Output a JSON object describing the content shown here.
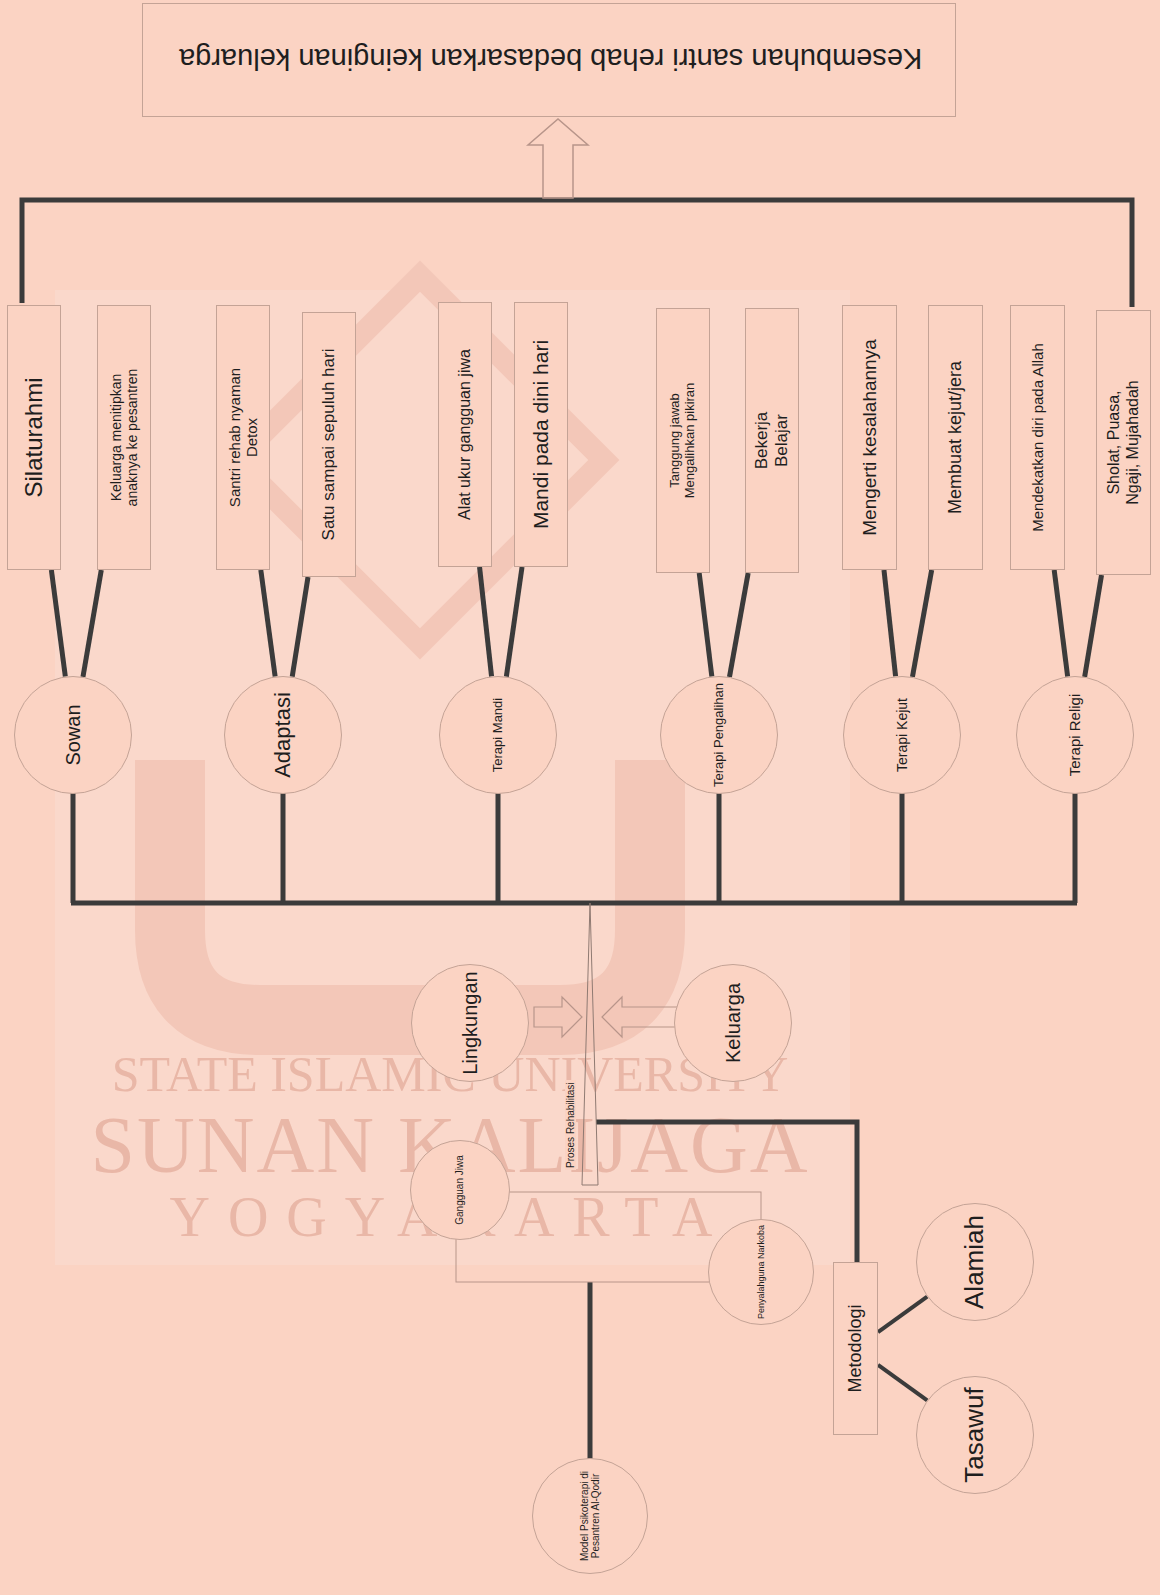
{
  "diagram": {
    "nodes": [
      {
        "text": [
          "Kesembuhan santri rehab bedasarkan keinginan keluarga"
        ]
      },
      {
        "text": [
          "Model Psikoterapi di Pesantren Al-Qodir"
        ]
      },
      {
        "text": [
          "Gangguan Jiwa"
        ]
      },
      {
        "text": [
          "Penyalahguna Narkoba"
        ]
      },
      {
        "text": [
          "Metodologi"
        ]
      },
      {
        "text": [
          "Alamiah"
        ]
      },
      {
        "text": [
          "Tasawuf"
        ]
      },
      {
        "text": [
          "Lingkungan"
        ]
      },
      {
        "text": [
          "Keluarga"
        ]
      },
      {
        "text": [
          "Sowan"
        ]
      },
      {
        "text": [
          "Silaturahmi"
        ]
      },
      {
        "text": [
          "Keluarga menitipkan anaknya ke pesantren"
        ]
      },
      {
        "text": [
          "Adaptasi"
        ]
      },
      {
        "text": [
          "Santri rehab nyaman Detox"
        ]
      },
      {
        "text": [
          "Satu sampai sepuluh hari"
        ]
      },
      {
        "text": [
          "Terapi Mandi"
        ]
      },
      {
        "text": [
          "Alat ukur gangguan jiwa"
        ]
      },
      {
        "text": [
          "Mandi pada dini hari"
        ]
      },
      {
        "text": [
          "Terapi Pengalihan"
        ]
      },
      {
        "text": [
          "Tanggung jawab Mengalihkan pikiran"
        ]
      },
      {
        "text": [
          "Bekerja Belajar"
        ]
      },
      {
        "text": [
          "Terapi Kejut"
        ]
      },
      {
        "text": [
          "Mengerti kesalahannya"
        ]
      },
      {
        "text": [
          "Membuat kejut/jera"
        ]
      },
      {
        "text": [
          "Terapi Religi"
        ]
      },
      {
        "text": [
          "Mendekatkan diri pada Allah"
        ]
      },
      {
        "text": [
          "Sholat, Puasa, Ngaji, Mujahadah"
        ]
      }
    ],
    "edges": [
      {
        "from": 4,
        "to": 5,
        "arrow": "none"
      },
      {
        "from": 4,
        "to": 6,
        "arrow": "none"
      },
      {
        "from": 9,
        "to": 10,
        "arrow": "none"
      },
      {
        "from": 9,
        "to": 11,
        "arrow": "none"
      },
      {
        "from": 12,
        "to": 13,
        "arrow": "none"
      },
      {
        "from": 12,
        "to": 14,
        "arrow": "none"
      },
      {
        "from": 15,
        "to": 16,
        "arrow": "none"
      },
      {
        "from": 15,
        "to": 17,
        "arrow": "none"
      },
      {
        "from": 18,
        "to": 19,
        "arrow": "none"
      },
      {
        "from": 18,
        "to": 20,
        "arrow": "none"
      },
      {
        "from": 21,
        "to": 22,
        "arrow": "none"
      },
      {
        "from": 21,
        "to": 23,
        "arrow": "none"
      },
      {
        "from": 24,
        "to": 25,
        "arrow": "none"
      },
      {
        "from": 24,
        "to": 26,
        "arrow": "none"
      }
    ],
    "labels": [
      "Proses Rehabilitasi",
      "STATE ISLAMIC UNIVERSITY",
      "SUNAN KALIJAGA",
      "YOGYAKARTA"
    ]
  }
}
